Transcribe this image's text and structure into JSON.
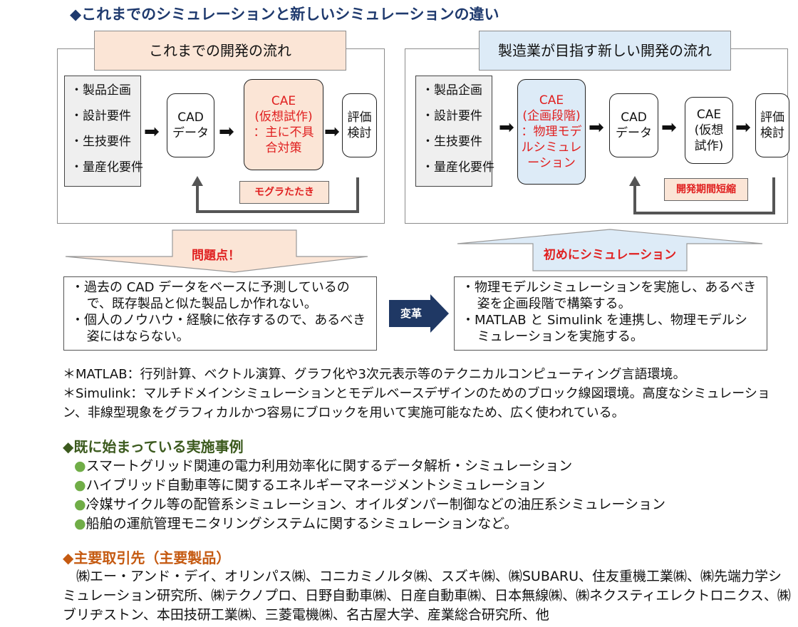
{
  "title": "◆これまでのシミュレーションと新しいシミュレーションの違い",
  "left_flow": {
    "header": "これまでの開発の流れ",
    "requirements": [
      "・製品企画",
      "・設計要件",
      "・生技要件",
      "・量産化要件"
    ],
    "cad": "CAD\nデータ",
    "cae": "CAE\n(仮想試作)\n：主に不具\n合対策",
    "eval": "評価\n検討",
    "loop_label": "モグラたたき"
  },
  "right_flow": {
    "header": "製造業が目指す新しい開発の流れ",
    "requirements": [
      "・製品企画",
      "・設計要件",
      "・生技要件",
      "・量産化要件"
    ],
    "cae": "CAE\n(企画段階)\n：物理モデ\nルシミュレ\nーション",
    "cad": "CAD\nデータ",
    "cae2": "CAE\n(仮想\n試作)",
    "eval": "評価\n検討",
    "loop_label": "開発期間短縮"
  },
  "problem": {
    "label": "問題点！",
    "points": [
      "・過去の CAD データをベースに予測しているので、既存製品と似た製品しか作れない。",
      "・個人のノウハウ・経験に依存するので、あるべき姿にはならない。"
    ]
  },
  "change_label": "変革",
  "solution": {
    "label": "初めにシミュレーション",
    "points": [
      "・物理モデルシミュレーションを実施し、あるべき姿を企画段階で構築する。",
      "・MATLAB と Simulink を連携し、物理モデルシミュレーションを実施する。"
    ]
  },
  "notes": [
    "＊MATLAB：行列計算、ベクトル演算、グラフ化や3次元表示等のテクニカルコンピューティング言語環境。",
    "＊Simulink：マルチドメインシミュレーションとモデルベースデザインのためのブロック線図環境。高度なシミュレーション、非線型現象をグラフィカルかつ容易にブロックを用いて実施可能なため、広く使われている。"
  ],
  "cases": {
    "title": "◆既に始まっている実施事例",
    "items": [
      "●スマートグリッド関連の電力利用効率化に関するデータ解析・シミュレーション",
      "●ハイブリッド自動車等に関するエネルギーマネージメントシミュレーション",
      "●冷媒サイクル等の配管系シミュレーション、オイルダンパー制御などの油圧系シミュレーション",
      "●船舶の運航管理モニタリングシステムに関するシミュレーションなど。"
    ]
  },
  "clients": {
    "title": "◆主要取引先（主要製品）",
    "text": "㈱エー・アンド・デイ、オリンパス㈱、コニカミノルタ㈱、スズキ㈱、㈱SUBARU、住友重機工業㈱、㈱先端力学シミュレーション研究所、㈱テクノプロ、日野自動車㈱、日産自動車㈱、日本無線㈱、㈱ネクスティエレクトロニクス、㈱ブリヂストン、本田技研工業㈱、三菱電機㈱、名古屋大学、産業総合研究所、他"
  },
  "colors": {
    "title_blue": "#1f3a6e",
    "section_green": "#3c5a1e",
    "section_orange": "#c55a11",
    "bullet_green": "#70ad47",
    "accent_red": "#e02020",
    "peach": "#fbe5d6",
    "light_blue": "#ddebf7",
    "navy": "#1f3864"
  }
}
